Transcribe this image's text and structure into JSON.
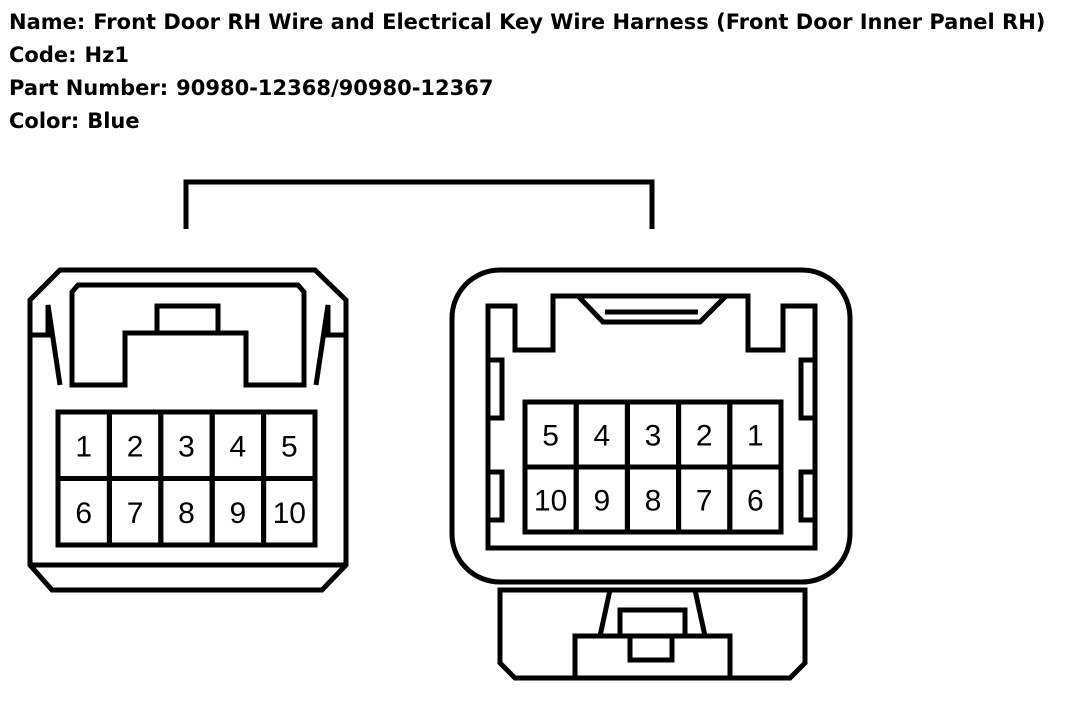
{
  "info": {
    "name_label": "Name:",
    "name_value": "Front Door RH Wire and Electrical Key Wire Harness (Front Door Inner Panel RH)",
    "code_label": "Code:",
    "code_value": "Hz1",
    "part_label": "Part Number:",
    "part_value": "90980-12368/90980-12367",
    "color_label": "Color:",
    "color_value": "Blue"
  },
  "connectors": {
    "male": {
      "pins_row1": [
        "1",
        "2",
        "3",
        "4",
        "5"
      ],
      "pins_row2": [
        "6",
        "7",
        "8",
        "9",
        "10"
      ]
    },
    "female": {
      "pins_row1": [
        "5",
        "4",
        "3",
        "2",
        "1"
      ],
      "pins_row2": [
        "10",
        "9",
        "8",
        "7",
        "6"
      ]
    }
  }
}
